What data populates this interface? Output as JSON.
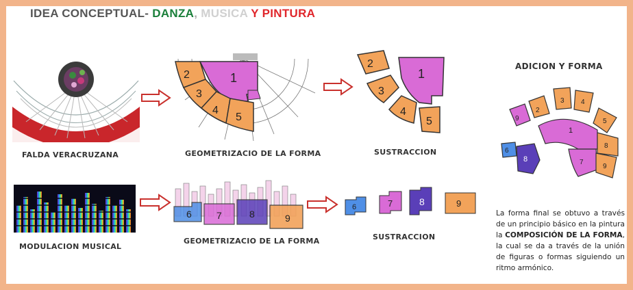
{
  "title": {
    "prefix": "IDEA CONCEPTUAL- ",
    "danza": "DANZA",
    "sep": ", ",
    "musica": "MUSICA",
    "y_pintura": " Y PINTURA"
  },
  "colors": {
    "danza": "#1a7f3a",
    "musica": "#cfcfcf",
    "pintura": "#e0262b",
    "frame": "#f2b48a",
    "orange": "#f2a35a",
    "magenta": "#d96bd6",
    "blue": "#4f8fe6",
    "violet": "#5a3fb8",
    "arrow": "#c9302c"
  },
  "captions": {
    "falda": "FALDA VERACRUZANA",
    "geo1": "GEOMETRIZACIO DE LA FORMA",
    "sus1": "SUSTRACCION",
    "adicion": "ADICION Y FORMA",
    "modulacion": "MODULACION MUSICAL",
    "geo2": "GEOMETRIZACIO DE LA FORMA",
    "sus2": "SUSTRACCION"
  },
  "numbers": {
    "n1": "1",
    "n2": "2",
    "n3": "3",
    "n4": "4",
    "n5": "5",
    "n6": "6",
    "n7": "7",
    "n8": "8",
    "n9": "9"
  },
  "paragraph": {
    "text1": "La forma final se obtuvo a través de un principio básico en la pintura la ",
    "bold": "COMPOSICIÓN DE LA FORMA",
    "text2": ", la cual se da a través de la unión de figuras o formas siguiendo un ritmo armónico."
  }
}
